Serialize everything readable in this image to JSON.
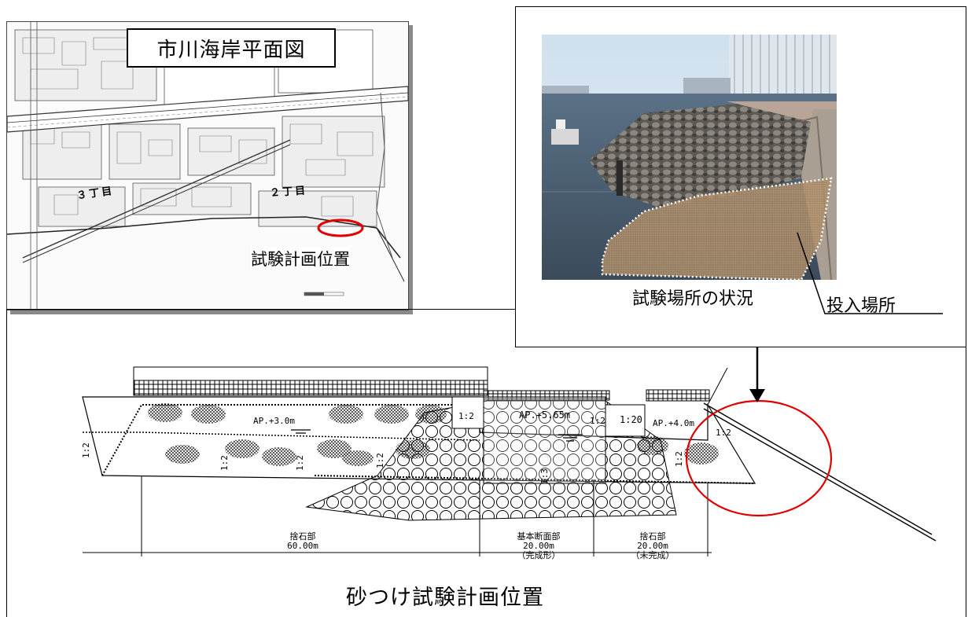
{
  "map": {
    "title": "市川海岸平面図",
    "location_label": "試験計画位置",
    "district_2": "２丁目",
    "district_3": "３丁目"
  },
  "photo": {
    "caption": "試験場所の状況",
    "callout": "投入場所"
  },
  "section": {
    "title": "砂つけ試験計画位置",
    "elev_left": "AP.+3.0m",
    "elev_mid": "AP.+5.65m",
    "elev_right": "AP.+4.0m",
    "slope_1_2": "1:2",
    "slope_1_3": "1:3",
    "slope_1_20": "1:20",
    "segments": [
      {
        "name": "捨石部",
        "length": "60.00m",
        "note": ""
      },
      {
        "name": "基本断面部",
        "length": "20.00m",
        "note": "（完成形）"
      },
      {
        "name": "捨石部",
        "length": "20.00m",
        "note": "（未完成）"
      }
    ]
  },
  "colors": {
    "marker": "#e00000",
    "line": "#000000"
  }
}
